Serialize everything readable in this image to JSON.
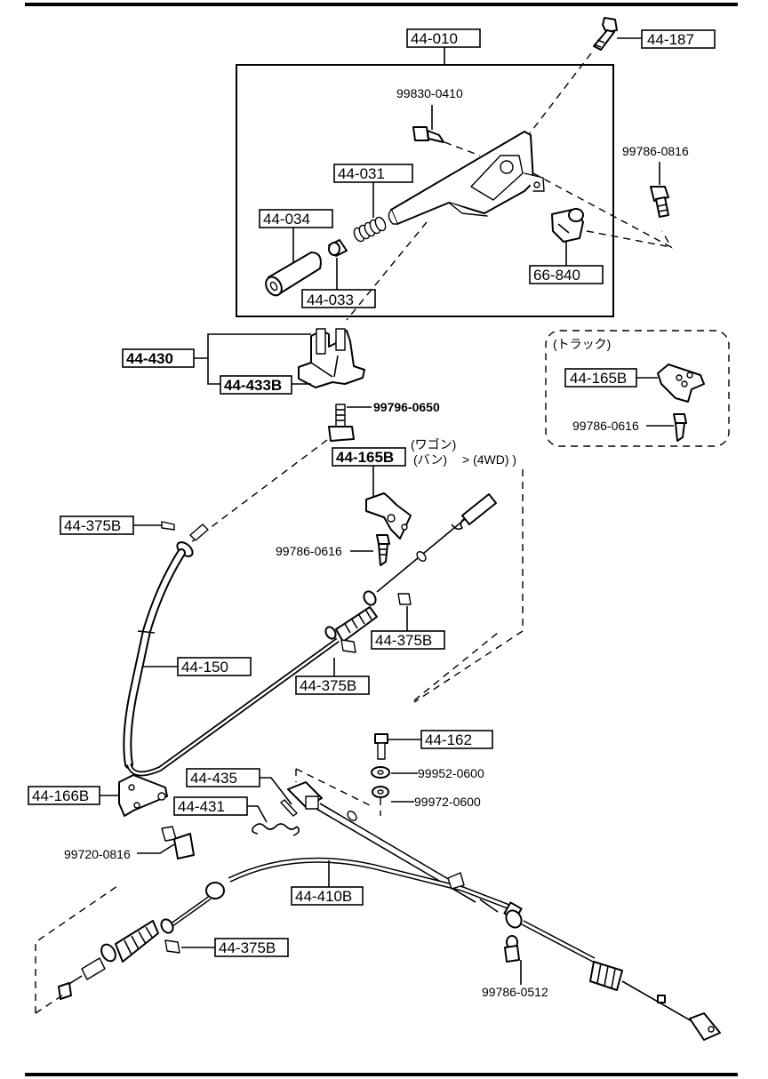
{
  "callouts": {
    "c_44_010": "44-010",
    "c_44_187": "44-187",
    "c_99830_0410": "99830-0410",
    "c_99786_0816": "99786-0816",
    "c_44_031": "44-031",
    "c_44_034": "44-034",
    "c_44_033": "44-033",
    "c_66_840": "66-840",
    "c_44_430": "44-430",
    "c_44_433B": "44-433B",
    "c_99796_0650": "99796-0650",
    "c_44_165B_main": "44-165B",
    "c_wagon": "(ワゴン)",
    "c_van": "(バン)",
    "c_4wd": "> (4WD) )",
    "c_truck": "(トラック)",
    "c_44_165B_truck": "44-165B",
    "c_99786_0616_truck": "99786-0616",
    "c_44_375B_a": "44-375B",
    "c_99786_0616_main": "99786-0616",
    "c_44_375B_b": "44-375B",
    "c_44_150": "44-150",
    "c_44_375B_c": "44-375B",
    "c_44_162": "44-162",
    "c_99952_0600": "99952-0600",
    "c_99972_0600": "99972-0600",
    "c_44_435": "44-435",
    "c_44_166B": "44-166B",
    "c_44_431": "44-431",
    "c_99720_0816": "99720-0816",
    "c_44_410B": "44-410B",
    "c_44_375B_d": "44-375B",
    "c_99786_0512": "99786-0512"
  }
}
